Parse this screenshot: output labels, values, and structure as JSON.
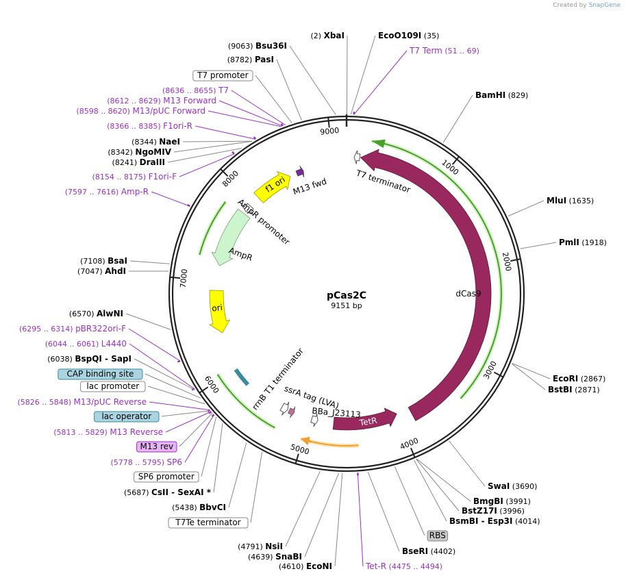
{
  "credit": {
    "prefix": "Created by",
    "brand": "SnapGene"
  },
  "plasmid": {
    "name": "pCas2C",
    "length_label": "9151 bp",
    "length": 9151
  },
  "colors": {
    "enzyme_text": "#000000",
    "primer": "#9b30c9",
    "cds_dark": "#99285e",
    "ampr": "#cdf5cd",
    "ori": "#ffff00",
    "f1ori": "#ffff00",
    "green_strand": "#4aa02c",
    "orange_strand": "#f0a030"
  },
  "ticks": [
    "1000",
    "2000",
    "3000",
    "4000",
    "5000",
    "6000",
    "7000",
    "8000",
    "9000"
  ],
  "features": [
    {
      "id": "t7term",
      "label": "T7 terminator"
    },
    {
      "id": "dcas9",
      "label": "dCas9"
    },
    {
      "id": "tetr",
      "label": "TetR"
    },
    {
      "id": "bba",
      "label": "BBa_J23113"
    },
    {
      "id": "ssra",
      "label": "ssrA tag (LVA)"
    },
    {
      "id": "rrnb",
      "label": "rrnB T1 terminator"
    },
    {
      "id": "ori",
      "label": "ori"
    },
    {
      "id": "ampr",
      "label": "AmpR"
    },
    {
      "id": "amprp",
      "label": "AmpR promoter"
    },
    {
      "id": "f1ori",
      "label": "f1 ori"
    },
    {
      "id": "m13fwd",
      "label": "M13 fwd"
    }
  ],
  "labels": [
    {
      "pos": "(2)",
      "name": "XbaI",
      "kind": "enzyme"
    },
    {
      "pos": "(35)",
      "name": "EcoO109I",
      "kind": "enzyme"
    },
    {
      "pos": "(51 .. 69)",
      "name": "T7 Term",
      "kind": "primer"
    },
    {
      "pos": "(829)",
      "name": "BamHI",
      "kind": "enzyme"
    },
    {
      "pos": "(1635)",
      "name": "MluI",
      "kind": "enzyme"
    },
    {
      "pos": "(1918)",
      "name": "PmlI",
      "kind": "enzyme"
    },
    {
      "pos": "(2867)",
      "name": "EcoRI",
      "kind": "enzyme"
    },
    {
      "pos": "(2871)",
      "name": "BstBI",
      "kind": "enzyme"
    },
    {
      "pos": "(3690)",
      "name": "SwaI",
      "kind": "enzyme"
    },
    {
      "pos": "(3991)",
      "name": "BmgBI",
      "kind": "enzyme"
    },
    {
      "pos": "(3996)",
      "name": "BstZ17I",
      "kind": "enzyme"
    },
    {
      "pos": "(4014)",
      "name": "BsmBI - Esp3I",
      "kind": "enzyme"
    },
    {
      "pos": "",
      "name": "RBS",
      "kind": "box-gray"
    },
    {
      "pos": "(4402)",
      "name": "BseRI",
      "kind": "enzyme"
    },
    {
      "pos": "(4475 .. 4494)",
      "name": "Tet-R",
      "kind": "primer"
    },
    {
      "pos": "(4610)",
      "name": "EcoNI",
      "kind": "enzyme"
    },
    {
      "pos": "(4639)",
      "name": "SnaBI",
      "kind": "enzyme"
    },
    {
      "pos": "(4791)",
      "name": "NsiI",
      "kind": "enzyme"
    },
    {
      "pos": "",
      "name": "T7Te terminator",
      "kind": "box-white"
    },
    {
      "pos": "(5438)",
      "name": "BbvCI",
      "kind": "enzyme"
    },
    {
      "pos": "(5687)",
      "name": "CsII - SexAI *",
      "kind": "enzyme"
    },
    {
      "pos": "",
      "name": "SP6 promoter",
      "kind": "box-white"
    },
    {
      "pos": "(5778 .. 5795)",
      "name": "SP6",
      "kind": "primer"
    },
    {
      "pos": "",
      "name": "M13 rev",
      "kind": "box-purple"
    },
    {
      "pos": "(5813 .. 5829)",
      "name": "M13 Reverse",
      "kind": "primer"
    },
    {
      "pos": "",
      "name": "lac operator",
      "kind": "box-teal"
    },
    {
      "pos": "(5826 .. 5848)",
      "name": "M13/pUC Reverse",
      "kind": "primer"
    },
    {
      "pos": "",
      "name": "lac promoter",
      "kind": "box-white"
    },
    {
      "pos": "",
      "name": "CAP binding site",
      "kind": "box-teal"
    },
    {
      "pos": "(6038)",
      "name": "BspQI - SapI",
      "kind": "enzyme"
    },
    {
      "pos": "(6044 .. 6061)",
      "name": "L4440",
      "kind": "primer"
    },
    {
      "pos": "(6295 .. 6314)",
      "name": "pBR322ori-F",
      "kind": "primer"
    },
    {
      "pos": "(6570)",
      "name": "AlwNI",
      "kind": "enzyme"
    },
    {
      "pos": "(7047)",
      "name": "AhdI",
      "kind": "enzyme"
    },
    {
      "pos": "(7108)",
      "name": "BsaI",
      "kind": "enzyme"
    },
    {
      "pos": "(7597 .. 7616)",
      "name": "Amp-R",
      "kind": "primer"
    },
    {
      "pos": "(8154 .. 8175)",
      "name": "F1ori-F",
      "kind": "primer"
    },
    {
      "pos": "(8241)",
      "name": "DraIII",
      "kind": "enzyme"
    },
    {
      "pos": "(8342)",
      "name": "NgoMIV",
      "kind": "enzyme"
    },
    {
      "pos": "(8344)",
      "name": "NaeI",
      "kind": "enzyme"
    },
    {
      "pos": "(8366 .. 8385)",
      "name": "F1ori-R",
      "kind": "primer"
    },
    {
      "pos": "(8598 .. 8620)",
      "name": "M13/pUC Forward",
      "kind": "primer"
    },
    {
      "pos": "(8612 .. 8629)",
      "name": "M13 Forward",
      "kind": "primer"
    },
    {
      "pos": "(8636 .. 8655)",
      "name": "T7",
      "kind": "primer"
    },
    {
      "pos": "",
      "name": "T7 promoter",
      "kind": "box-white"
    },
    {
      "pos": "(8782)",
      "name": "PasI",
      "kind": "enzyme"
    },
    {
      "pos": "(9063)",
      "name": "Bsu36I",
      "kind": "enzyme"
    }
  ]
}
